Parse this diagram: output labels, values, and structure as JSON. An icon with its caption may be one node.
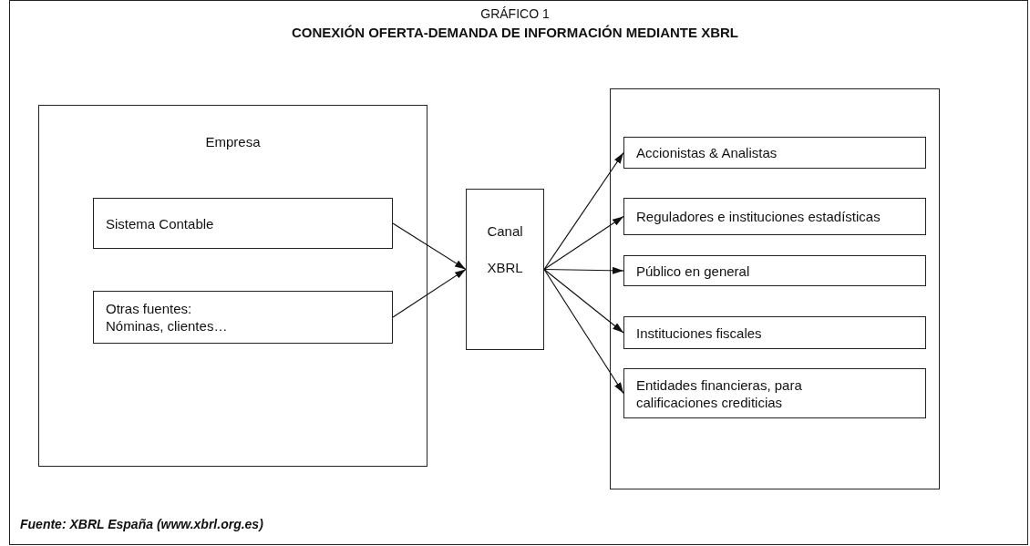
{
  "diagram": {
    "title": "GRÁFICO 1 CONEXIÓN OFERTA-DEMANDA DE INFORMACIÓN MEDIANTE XBRL",
    "nodes": [
      {
        "text": [
          "Empresa"
        ]
      },
      {
        "text": [
          "Sistema Contable"
        ],
        "in": 0
      },
      {
        "text": [
          "Otras fuentes: Nóminas, clientes…"
        ],
        "in": 0
      },
      {
        "text": [
          "Canal",
          "XBRL"
        ]
      },
      {
        "text": [],
        "shape": "box"
      },
      {
        "text": [
          "Accionistas & Analistas"
        ],
        "in": 4
      },
      {
        "text": [
          "Reguladores e instituciones estadísticas"
        ],
        "in": 4
      },
      {
        "text": [
          "Público en general"
        ],
        "in": 4
      },
      {
        "text": [
          "Instituciones fiscales"
        ],
        "in": 4
      },
      {
        "text": [
          "Entidades financieras, para calificaciones crediticias"
        ],
        "in": 4
      }
    ],
    "edges": [
      {
        "from": 1,
        "to": 3,
        "arrow": "to"
      },
      {
        "from": 2,
        "to": 3,
        "arrow": "to"
      },
      {
        "from": 3,
        "to": 5,
        "arrow": "to"
      },
      {
        "from": 3,
        "to": 6,
        "arrow": "to"
      },
      {
        "from": 3,
        "to": 7,
        "arrow": "to"
      },
      {
        "from": 3,
        "to": 8,
        "arrow": "to"
      },
      {
        "from": 3,
        "to": 9,
        "arrow": "to"
      }
    ],
    "labels": [
      "Fuente: XBRL España (www.xbrl.org.es)"
    ]
  }
}
